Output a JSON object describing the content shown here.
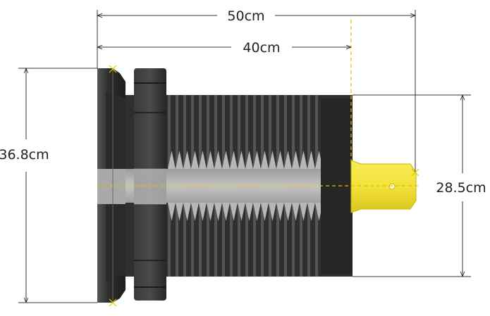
{
  "dimensions": {
    "overall_length": "50cm",
    "body_length": "40cm",
    "flange_height": "36.8cm",
    "thread_height": "28.5cm"
  },
  "colors": {
    "background": "#ffffff",
    "body_dark": "#2a2a2a",
    "body_mid": "#3c3c3c",
    "thread_highlight": "#5a5a5a",
    "center_band": "#b7b7b7",
    "terminal": "#f2e23a",
    "terminal_edge": "#c9b400",
    "dimension_line": "#333333",
    "hidden_line": "#e0c200"
  }
}
